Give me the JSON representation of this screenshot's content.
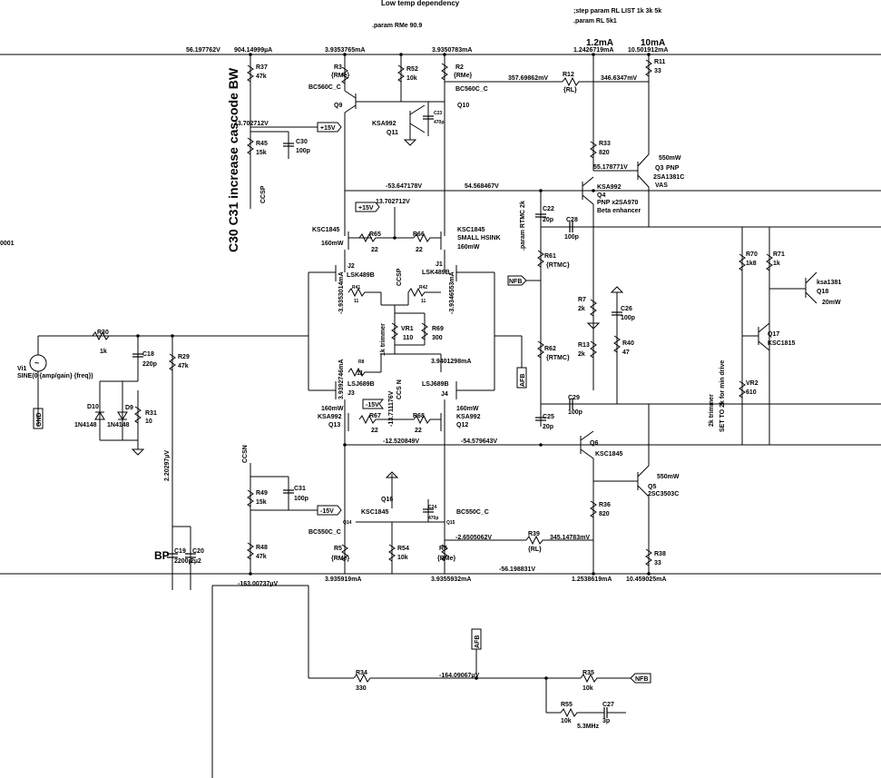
{
  "header": {
    "title": "Low temp dependency",
    "param_rme": ".param RMe 90.9",
    "step_param": ";step param RL LIST 1k 3k 5k",
    "param_rl": ".param RL 5k1"
  },
  "labels": {
    "note_cascode": "C30 C31 increase cascode BW",
    "current_1": "1.2mA",
    "current_2": "10mA",
    "edge_0001": "0001",
    "bp": "BP",
    "ccsp": "CCSP",
    "ccsn": "CCSN",
    "ccsn_inner": "CCS N",
    "ccsp_inner": "CCSP",
    "param_rtmc": ".param RTMC 2k",
    "trim_vr1": "1k trimmer",
    "trim_vr2": "2k trimmer",
    "trim_vr2_note": "SET TO 2k for min drive",
    "vi1": "Vi1",
    "vi1_val": "SINE(0 {amp/gain} {freq})",
    "gnd": "GND",
    "afb": "AFB",
    "nfb": "NFB",
    "pos15": "+15V",
    "neg15": "-15V",
    "small_hsink": "SMALL HSINK",
    "beta_enh": "Beta enhancer",
    "pnp": "PNP",
    "vas": "VAS",
    "pnp_x2": "PNP x2SA970"
  },
  "voltages": {
    "v_top_left": "56.197762V",
    "i_top_left": "904.14999µA",
    "i_r3": "3.9353765mA",
    "i_r2": "3.9350783mA",
    "i_q3": "1.2426719mA",
    "i_q3b": "10.501912mA",
    "v_r12l": "357.69862mV",
    "v_r12r": "346.6347mV",
    "v_r37": "13.702712V",
    "v_q3b": "55.178771V",
    "v_q9e": "-53.647178V",
    "v_q10e": "54.568467V",
    "v_15a": "13.702712V",
    "v_j2": "-3.9353014mA",
    "v_j1": "-3.9346553mA",
    "v_j3": "3.9392746mA",
    "v_j4": "3.9401298mA",
    "v_ccsn": "-13.711176V",
    "v_q13": "-12.520849V",
    "v_q12": "-54.579643V",
    "v_c20": "2.20297µV",
    "v_r39l": "-2.6505062V",
    "v_r39r": "345.14783mV",
    "v_bot": "-56.198831V",
    "i_r5": "3.935919mA",
    "i_r6": "3.9355932mA",
    "i_q5": "1.2538619mA",
    "i_q5b": "10.459025mA",
    "v_neg163": "-163.00737µV",
    "v_neg164": "-164.09067µV"
  },
  "components": {
    "r37": "R37",
    "r37v": "47k",
    "r45": "R45",
    "r45v": "15k",
    "c30": "C30",
    "c30v": "100p",
    "r3": "R3",
    "r3v": "{RMe}",
    "r52": "R52",
    "r52v": "10k",
    "r2": "R2",
    "r2v": "{RMe}",
    "r11": "R11",
    "r11v": "33",
    "r12": "R12",
    "r12v": "{RL}",
    "q9": "Q9",
    "q9t": "BC560C_C",
    "q10": "Q10",
    "q10t": "BC560C_C",
    "q11": "Q11",
    "q11t": "KSA992",
    "c23": "C23",
    "c23v": "470p",
    "r33": "R33",
    "r33v": "820",
    "q3": "Q3",
    "q3p": "550mW",
    "q3t": "2SA1381C",
    "q4": "Q4",
    "q4t": "KSA992",
    "c22": "C22",
    "c22v": "20p",
    "c28": "C28",
    "c28v": "100p",
    "r65": "R65",
    "r65v": "22",
    "r66": "R66",
    "r66v": "22",
    "ksc1845a": "KSC1845",
    "p160a": "160mW",
    "ksc1845b": "KSC1845",
    "p160b": "160mW",
    "j2": "J2",
    "j2t": "LSK489B",
    "j1": "J1",
    "j1t": "LSK489B",
    "r41": "R41",
    "r41v": "11",
    "r42": "R42",
    "r42v": "11",
    "vr1": "VR1",
    "vr1v": "110",
    "r69": "R69",
    "r69v": "300",
    "r61": "R61",
    "r61v": "{RTMC}",
    "r7": "R7",
    "r7v": "2k",
    "c26": "C26",
    "c26v": "100p",
    "r13": "R13",
    "r13v": "2k",
    "r40": "R40",
    "r40v": "47",
    "r62": "R62",
    "r62v": "{RTMC}",
    "r70": "R70",
    "r70v": "1k8",
    "r71": "R71",
    "r71v": "1k",
    "q18": "Q18",
    "q18t": "ksa1381",
    "q18p": "20mW",
    "q17": "Q17",
    "q17t": "KSC1815",
    "vr2": "VR2",
    "vr2v": "610",
    "r30": "R30",
    "r30v": "1k",
    "c18": "C18",
    "c18v": "220p",
    "r29": "R29",
    "r29v": "47k",
    "d10": "D10",
    "d10t": "1N4148",
    "d9": "D9",
    "d9t": "1N4148",
    "r31": "R31",
    "r31v": "10",
    "r8": "R8",
    "r8v": "11",
    "j3": "J3",
    "j3t": "LSJ689B",
    "j4": "J4",
    "j4t": "LSJ689B",
    "q13": "Q13",
    "q13t": "KSA992",
    "q13p": "160mW",
    "q12": "Q12",
    "q12t": "KSA992",
    "q12p": "160mW",
    "r67": "R67",
    "r67v": "22",
    "r68": "R68",
    "r68v": "22",
    "c29": "C29",
    "c29v": "100p",
    "c25": "C25",
    "c25v": "20p",
    "q6": "Q6",
    "q6t": "KSC1845",
    "q5": "Q5",
    "q5p": "550mW",
    "q5t": "2SC3503C",
    "r49": "R49",
    "r49v": "15k",
    "c31": "C31",
    "c31v": "100p",
    "q16": "Q16",
    "q16t": "KSC1845",
    "c24": "C24",
    "c24v": "470p",
    "q14": "Q14",
    "q14t": "BC550C_C",
    "q15": "Q15",
    "q15t": "BC550C_C",
    "r36": "R36",
    "r36v": "820",
    "r48": "R48",
    "r48v": "47k",
    "r5": "R5",
    "r5v": "{RMe}",
    "r54": "R54",
    "r54v": "10k",
    "r6": "R6",
    "r6v": "{RMe}",
    "r39": "R39",
    "r39v": "{RL}",
    "r38": "R38",
    "r38v": "33",
    "c19": "C19",
    "c19v": "2200µ",
    "c20": "C20",
    "c20v": "2µ2",
    "r34": "R34",
    "r34v": "330",
    "r35": "R35",
    "r35v": "10k",
    "r55": "R55",
    "r55v": "10k",
    "c27": "C27",
    "c27v": "3p",
    "f53": "5.3MHz"
  }
}
